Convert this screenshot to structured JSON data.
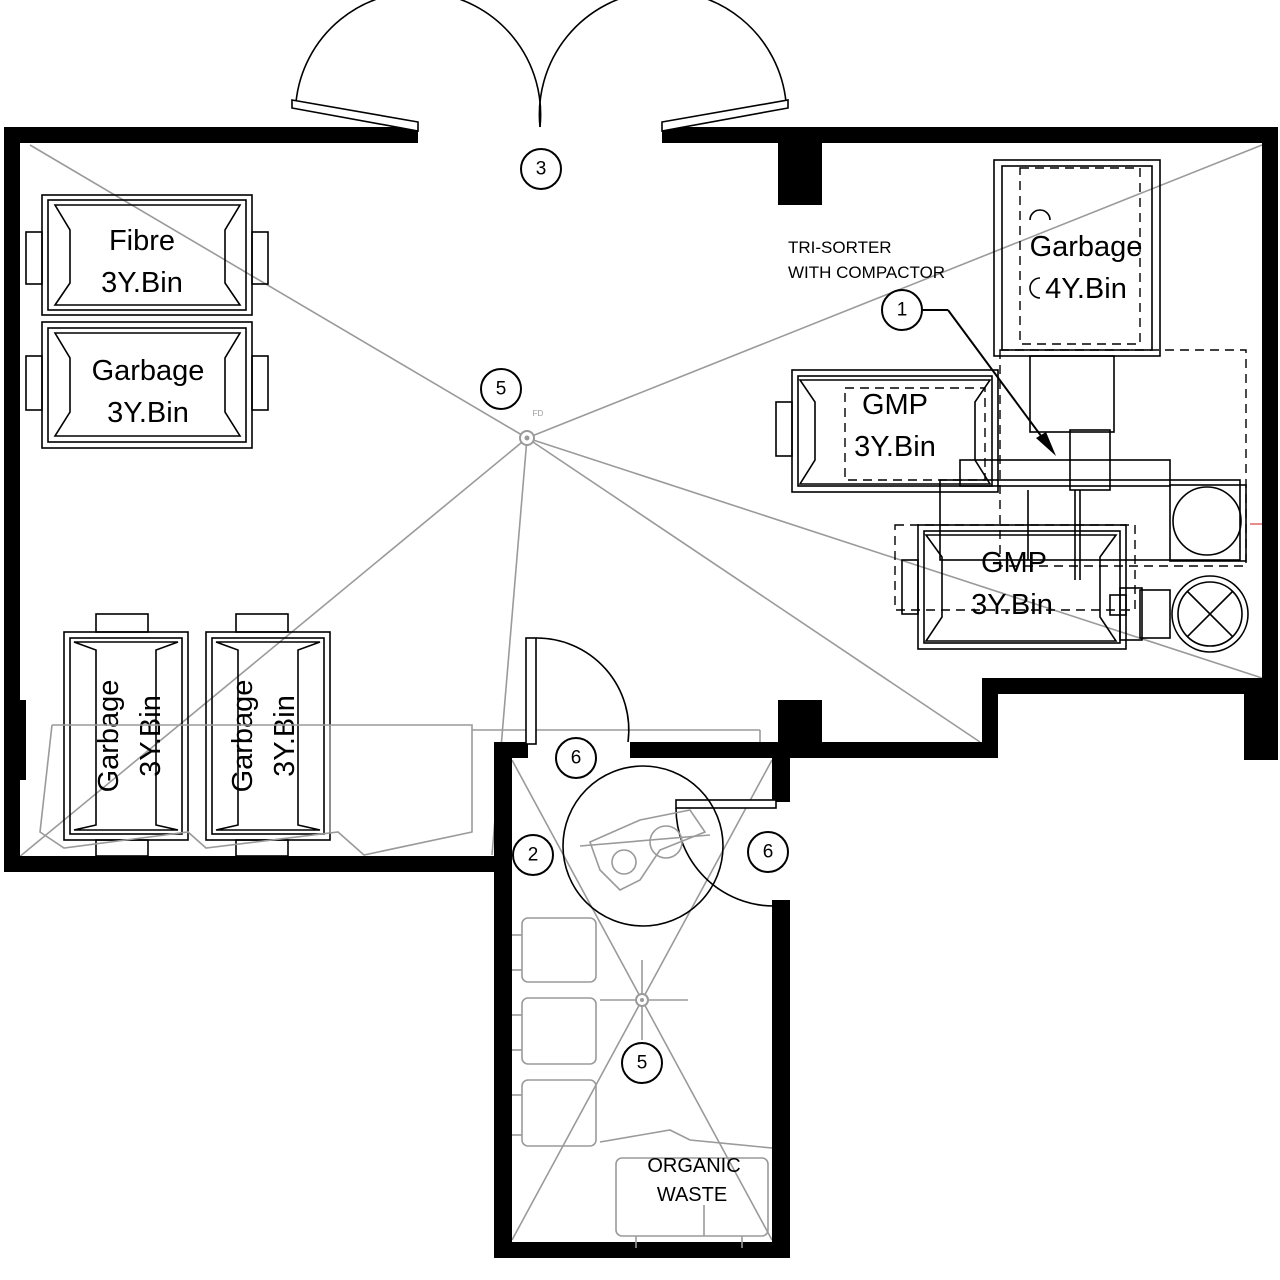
{
  "bins": {
    "fibre_top": {
      "line1": "Fibre",
      "line2": "3Y.Bin"
    },
    "garbage_top": {
      "line1": "Garbage",
      "line2": "3Y.Bin"
    },
    "garbage_4y": {
      "line1": "Garbage",
      "line2": "4Y.Bin"
    },
    "gmp_upper": {
      "line1": "GMP",
      "line2": "3Y.Bin"
    },
    "gmp_lower": {
      "line1": "GMP",
      "line2": "3Y.Bin"
    },
    "garbage_vert_a": {
      "line1": "Garbage",
      "line2": "3Y.Bin"
    },
    "garbage_vert_b": {
      "line1": "Garbage",
      "line2": "3Y.Bin"
    }
  },
  "notes": {
    "tri_sorter_1": "TRI-SORTER",
    "tri_sorter_2": "WITH COMPACTOR",
    "organic_1": "ORGANIC",
    "organic_2": "WASTE",
    "floor_drain": "FD"
  },
  "tags": {
    "t1": "1",
    "t2": "2",
    "t3": "3",
    "t5_main": "5",
    "t5_sub": "5",
    "t6_left": "6",
    "t6_right": "6"
  }
}
